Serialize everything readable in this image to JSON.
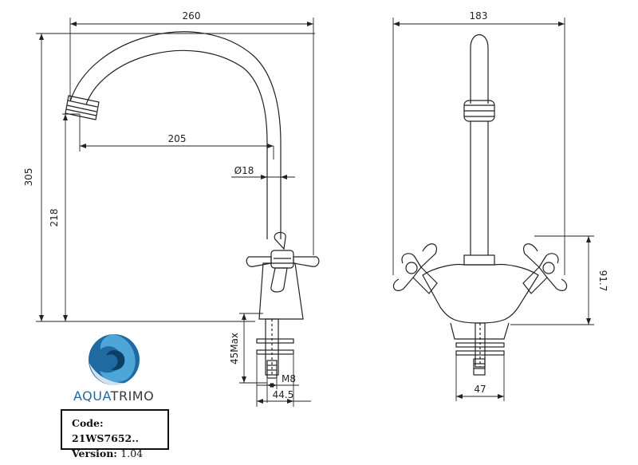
{
  "dimensions": {
    "d260": "260",
    "d305": "305",
    "d218": "218",
    "d205": "205",
    "d18": "Ø18",
    "d45max": "45Max",
    "dM8": "M8",
    "d445": "44.5",
    "d183": "183",
    "d917": "91.7",
    "d47": "47"
  },
  "brand": {
    "part1": "AQUA",
    "part2": "TRIMO",
    "logo_colors": [
      "#1f6aa0",
      "#4ea6d8",
      "#0e3d66"
    ]
  },
  "info": {
    "code_label": "Code:",
    "code_value": "21WS7652..",
    "version_label": "Version:",
    "version_value": "1.04"
  },
  "line_color": "#222222"
}
